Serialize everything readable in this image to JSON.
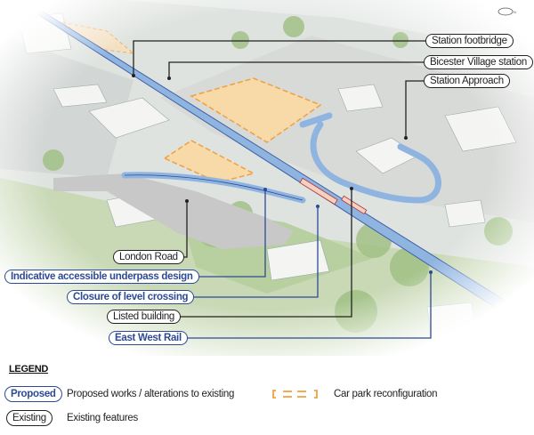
{
  "labels": {
    "existing": [
      {
        "text": "Station footbridge"
      },
      {
        "text": "Bicester Village station"
      },
      {
        "text": "Station Approach"
      },
      {
        "text": "London Road"
      },
      {
        "text": "Listed building"
      }
    ],
    "proposed": [
      {
        "text": "Indicative accessible underpass design"
      },
      {
        "text": "Closure of level crossing"
      },
      {
        "text": "East West Rail"
      }
    ]
  },
  "legend": {
    "title": "LEGEND",
    "proposed_pill": "Proposed",
    "proposed_desc": "Proposed works / alterations to existing",
    "existing_pill": "Existing",
    "existing_desc": "Existing features",
    "car_park_desc": "Car park reconfiguration"
  },
  "colors": {
    "proposed": "#2d4a94",
    "existing": "#222222",
    "rail": "#8fb4e0",
    "car_park": "#f0a040"
  },
  "icons": [
    "north-arrow-icon"
  ]
}
